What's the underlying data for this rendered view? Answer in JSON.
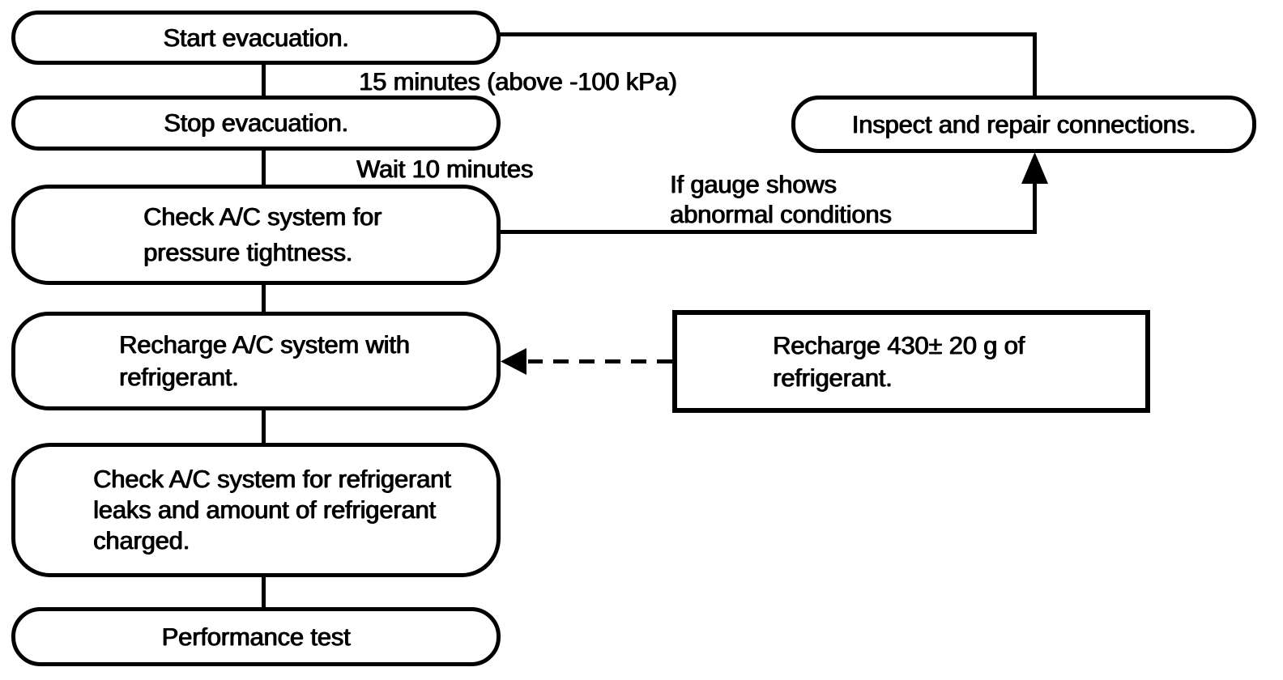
{
  "diagram": {
    "nodes": {
      "start": {
        "label": "Start evacuation."
      },
      "stop": {
        "label": "Stop evacuation."
      },
      "check_pressure": {
        "label": "Check A/C system for\npressure tightness."
      },
      "recharge": {
        "label": "Recharge A/C system with\nrefrigerant."
      },
      "check_leaks": {
        "label": "Check A/C system for refrigerant\nleaks and amount of refrigerant\ncharged."
      },
      "performance": {
        "label": "Performance test"
      },
      "inspect": {
        "label": "Inspect and repair connections."
      },
      "recharge_note": {
        "label": "Recharge 430± 20 g of\nrefrigerant."
      }
    },
    "edge_labels": {
      "evacuation_time": "15 minutes (above -100 kPa)",
      "wait": "Wait 10 minutes",
      "abnormal": "If gauge shows\nabnormal conditions"
    },
    "edges": [
      {
        "from": "start",
        "to": "stop",
        "style": "line",
        "label": "15 minutes (above -100 kPa)"
      },
      {
        "from": "stop",
        "to": "check_pressure",
        "style": "line",
        "label": "Wait 10 minutes"
      },
      {
        "from": "check_pressure",
        "to": "recharge",
        "style": "line"
      },
      {
        "from": "recharge",
        "to": "check_leaks",
        "style": "line"
      },
      {
        "from": "check_leaks",
        "to": "performance",
        "style": "line"
      },
      {
        "from": "check_pressure",
        "to": "inspect",
        "style": "arrow",
        "label": "If gauge shows abnormal conditions"
      },
      {
        "from": "inspect",
        "to": "start",
        "style": "line"
      },
      {
        "from": "recharge_note",
        "to": "recharge",
        "style": "dashed-arrow"
      }
    ],
    "colors": {
      "line": "#000000",
      "background": "#ffffff"
    }
  }
}
